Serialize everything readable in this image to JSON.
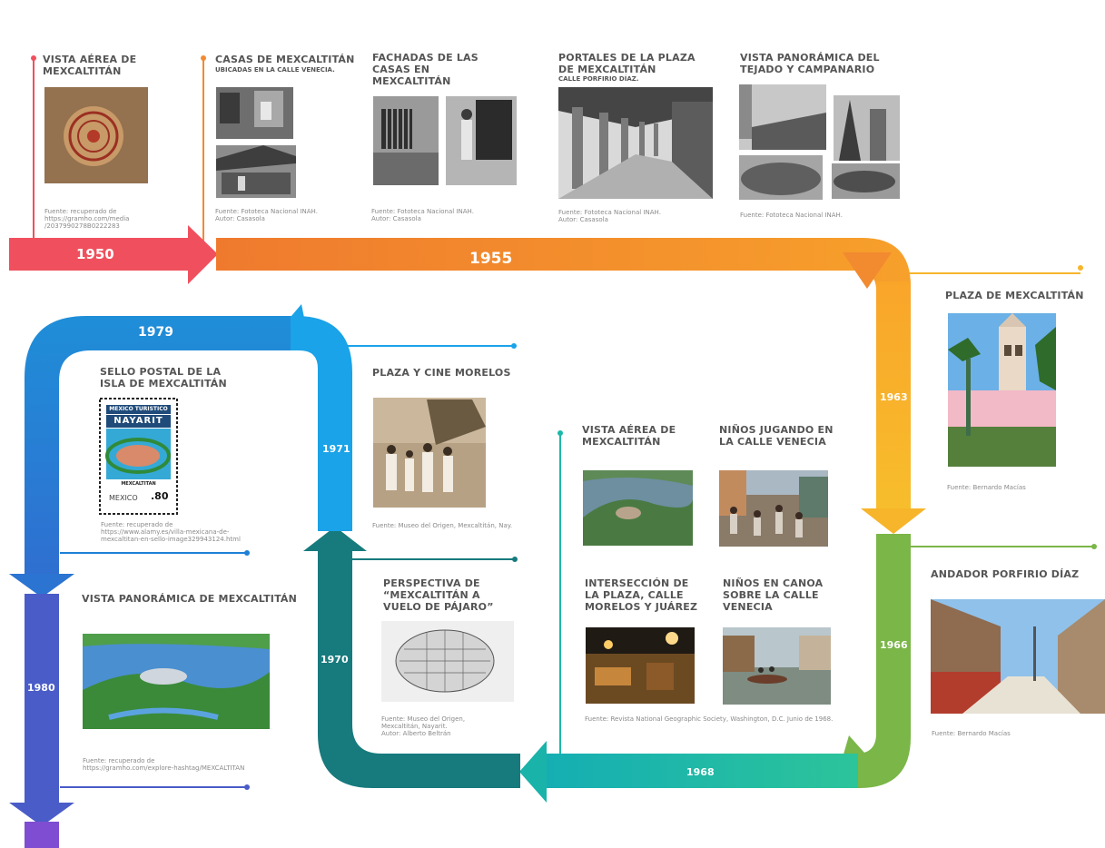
{
  "years": {
    "y1950": "1950",
    "y1955": "1955",
    "y1963": "1963",
    "y1966": "1966",
    "y1968": "1968",
    "y1970": "1970",
    "y1971": "1971",
    "y1979": "1979",
    "y1980": "1980"
  },
  "colors": {
    "red": "#f0505e",
    "orange": "#f28a30",
    "yellow": "#f7b52b",
    "green": "#7ab648",
    "teal": "#1cb8a8",
    "dark_teal": "#177a7d",
    "light_blue": "#1aa3e8",
    "blue": "#1e80d6",
    "indigo": "#4a5cc8",
    "purple": "#7f4dd2"
  },
  "entries": {
    "vista_aerea_1950": {
      "title": "VISTA AÉREA DE\nMEXCALTITÁN",
      "source": "Fuente: recuperado de\nhttps://gramho.com/media\n/2037990278B0222283"
    },
    "casas": {
      "title": "CASAS DE MEXCALTITÁN",
      "subtitle": "UBICADAS EN LA CALLE VENECIA.",
      "source": "Fuente: Fototeca Nacional INAH.\nAutor: Casasola"
    },
    "fachadas": {
      "title": "FACHADAS DE LAS\nCASAS EN\nMEXCALTITÁN",
      "source": "Fuente: Fototeca Nacional INAH.\nAutor: Casasola"
    },
    "portales": {
      "title": "PORTALES DE LA PLAZA\nDE MEXCALTITÁN",
      "subtitle": "CALLE PORFIRIO DÍAZ.",
      "source": "Fuente: Fototeca Nacional INAH.\nAutor: Casasola"
    },
    "panoramica_tejado": {
      "title": "VISTA PANORÁMICA DEL\nTEJADO Y CAMPANARIO",
      "source": "Fuente: Fototeca Nacional INAH."
    },
    "plaza": {
      "title": "PLAZA DE MEXCALTITÁN",
      "source": "Fuente: Bernardo Macías"
    },
    "andador": {
      "title": "ANDADOR PORFIRIO DÍAZ",
      "source": "Fuente: Bernardo Macías"
    },
    "vista_aerea_1968": {
      "title": "VISTA AÉREA DE\nMEXCALTITÁN"
    },
    "ninos_jugando": {
      "title": "NIÑOS JUGANDO EN\nLA CALLE VENECIA"
    },
    "interseccion": {
      "title": "INTERSECCIÓN DE\nLA PLAZA, CALLE\nMORELOS Y JUÁREZ"
    },
    "ninos_canoa": {
      "title": "NIÑOS EN CANOA\nSOBRE LA CALLE\nVENECIA"
    },
    "national_geographic": {
      "source": "Fuente: Revista National Geographic Society, Washington, D.C. Junio de 1968."
    },
    "plaza_cine": {
      "title": "PLAZA Y CINE MORELOS",
      "source": "Fuente: Museo del Origen, Mexcaltitán, Nay."
    },
    "perspectiva": {
      "title": "PERSPECTIVA DE\n“MEXCALTITÁN A\nVUELO DE PÁJARO”",
      "source": "Fuente: Museo del Origen,\nMexcaltitán, Nayarit.\nAutor: Alberto Beltrán"
    },
    "sello": {
      "title": "SELLO POSTAL DE LA\nISLA DE MEXCALTITÁN",
      "source": "Fuente: recuperado de\nhttps://www.alamy.es/villa-mexicana-de-\nmexcaltitan-en-sello-image329943124.html",
      "stamp_header": "MEXICO TURISTICO",
      "stamp_state": "NAYARIT",
      "stamp_name": "MEXCALTITAN",
      "stamp_country": "MEXICO",
      "stamp_value": ".80"
    },
    "panoramica_1980": {
      "title": "VISTA PANORÁMICA DE MEXCALTITÁN",
      "source": "Fuente: recuperado de\nhttps://gramho.com/explore-hashtag/MEXCALTITAN"
    }
  }
}
